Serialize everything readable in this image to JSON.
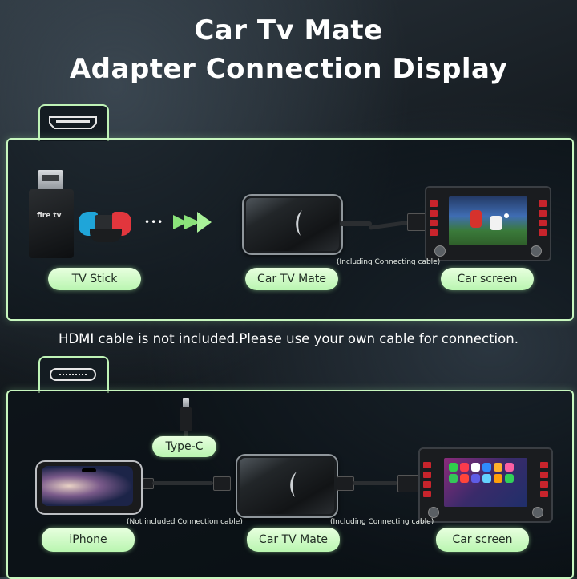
{
  "title": {
    "line1": "Car Tv Mate",
    "line2": "Adapter Connection Display"
  },
  "section_top": {
    "icon": "hdmi-port-icon",
    "labels": {
      "tv_stick": "TV Stick",
      "car_tv_mate": "Car TV Mate",
      "car_screen": "Car screen"
    },
    "caption_cable": "(Including Connecting cable)",
    "stick_brand": "fire tv",
    "ellipsis": "•••"
  },
  "note": "HDMI cable is not included.Please use your own cable for connection.",
  "section_bottom": {
    "icon": "usb-c-port-icon",
    "labels": {
      "type_c": "Type-C",
      "iphone": "iPhone",
      "car_tv_mate": "Car TV Mate",
      "car_screen": "Car screen"
    },
    "caption_left": "(Not included Connection cable)",
    "caption_right": "(Including Connecting cable)"
  },
  "colors": {
    "accent_green": "#b9f5b0",
    "arrow_green": "#8be37a",
    "panel_border": "#c8f7bf",
    "button_red": "#c8242c"
  }
}
